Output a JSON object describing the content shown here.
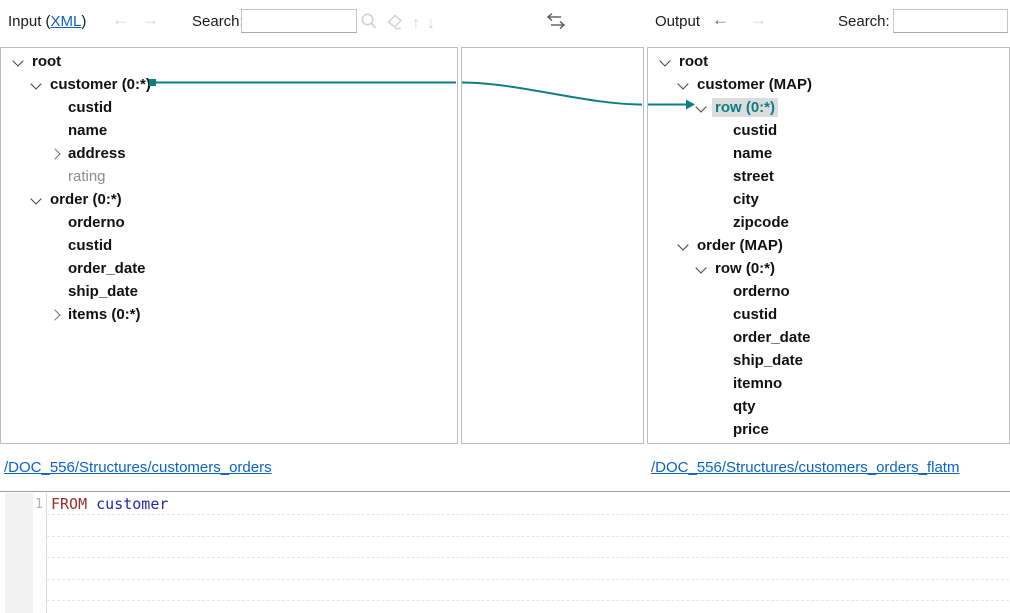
{
  "toolbar": {
    "input_title_prefix": "Input (",
    "input_title_link": "XML",
    "input_title_suffix": ")",
    "input_search_label": "Search:",
    "input_search_value": "",
    "output_title": "Output",
    "output_search_label": "Search:",
    "output_search_value": "",
    "icons": [
      "back-arrow",
      "forward-arrow",
      "search-icon",
      "clear-icon",
      "up-arrow-icon",
      "down-arrow-icon",
      "swap-direction-icon"
    ]
  },
  "colors": {
    "accent_teal": "#0e7e80",
    "link_blue": "#0b63c5",
    "keyword": "#9b2d2d",
    "identifier": "#2626ad",
    "highlight_bg": "#dcdcdc"
  },
  "left_tree": {
    "items": [
      {
        "label": "root",
        "level": 0,
        "expander": "expanded",
        "style": "bold"
      },
      {
        "label": "customer (0:*)",
        "level": 1,
        "expander": "expanded",
        "style": "bold"
      },
      {
        "label": "custid",
        "level": 2,
        "expander": "none",
        "style": "bold"
      },
      {
        "label": "name",
        "level": 2,
        "expander": "none",
        "style": "bold"
      },
      {
        "label": "address",
        "level": 2,
        "expander": "collapsed",
        "style": "bold"
      },
      {
        "label": "rating",
        "level": 2,
        "expander": "none",
        "style": "muted"
      },
      {
        "label": "order (0:*)",
        "level": 1,
        "expander": "expanded",
        "style": "bold"
      },
      {
        "label": "orderno",
        "level": 2,
        "expander": "none",
        "style": "bold"
      },
      {
        "label": "custid",
        "level": 2,
        "expander": "none",
        "style": "bold"
      },
      {
        "label": "order_date",
        "level": 2,
        "expander": "none",
        "style": "bold"
      },
      {
        "label": "ship_date",
        "level": 2,
        "expander": "none",
        "style": "bold"
      },
      {
        "label": "items (0:*)",
        "level": 2,
        "expander": "collapsed",
        "style": "bold"
      }
    ]
  },
  "right_tree": {
    "items": [
      {
        "label": "root",
        "level": 0,
        "expander": "expanded",
        "style": "bold"
      },
      {
        "label": "customer (MAP)",
        "level": 1,
        "expander": "expanded",
        "style": "bold"
      },
      {
        "label": "row (0:*)",
        "level": 2,
        "expander": "expanded",
        "style": "highlight"
      },
      {
        "label": "custid",
        "level": 3,
        "expander": "none",
        "style": "bold"
      },
      {
        "label": "name",
        "level": 3,
        "expander": "none",
        "style": "bold"
      },
      {
        "label": "street",
        "level": 3,
        "expander": "none",
        "style": "bold"
      },
      {
        "label": "city",
        "level": 3,
        "expander": "none",
        "style": "bold"
      },
      {
        "label": "zipcode",
        "level": 3,
        "expander": "none",
        "style": "bold"
      },
      {
        "label": "order (MAP)",
        "level": 1,
        "expander": "expanded",
        "style": "bold"
      },
      {
        "label": "row (0:*)",
        "level": 2,
        "expander": "expanded",
        "style": "bold"
      },
      {
        "label": "orderno",
        "level": 3,
        "expander": "none",
        "style": "bold"
      },
      {
        "label": "custid",
        "level": 3,
        "expander": "none",
        "style": "bold"
      },
      {
        "label": "order_date",
        "level": 3,
        "expander": "none",
        "style": "bold"
      },
      {
        "label": "ship_date",
        "level": 3,
        "expander": "none",
        "style": "bold"
      },
      {
        "label": "itemno",
        "level": 3,
        "expander": "none",
        "style": "bold"
      },
      {
        "label": "qty",
        "level": 3,
        "expander": "none",
        "style": "bold"
      },
      {
        "label": "price",
        "level": 3,
        "expander": "none",
        "style": "bold"
      }
    ]
  },
  "mapping": {
    "from": "customer (0:*)",
    "to": "row (0:*)"
  },
  "footer": {
    "left_link": "/DOC_556/Structures/customers_orders",
    "right_link": "/DOC_556/Structures/customers_orders_flatm"
  },
  "editor": {
    "line_number": "1",
    "tokens": [
      {
        "text": "FROM",
        "type": "keyword"
      },
      {
        "text": " ",
        "type": "plain"
      },
      {
        "text": "customer",
        "type": "identifier"
      }
    ],
    "empty_lines": 5
  }
}
